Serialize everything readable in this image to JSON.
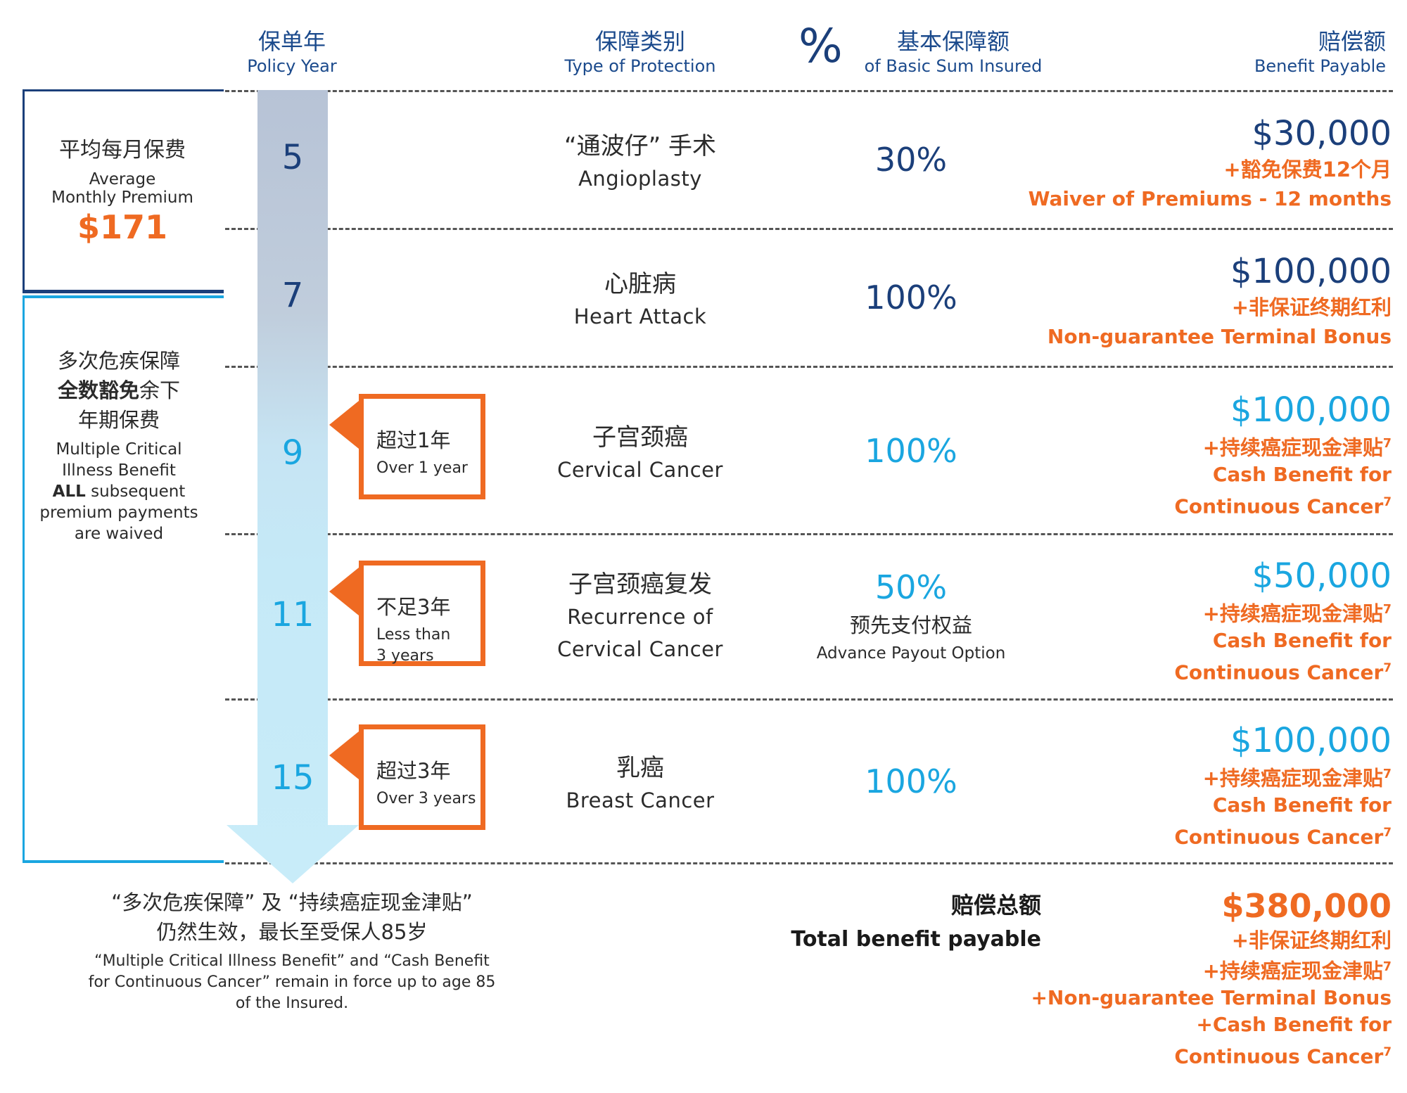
{
  "headers": {
    "policy_year_zh": "保单年",
    "policy_year_en": "Policy Year",
    "type_zh": "保障类别",
    "type_en": "Type of Protection",
    "pct_symbol": "%",
    "sum_zh": "基本保障额",
    "sum_en": "of Basic Sum Insured",
    "benefit_zh": "赔偿额",
    "benefit_en": "Benefit Payable"
  },
  "premium_box": {
    "zh": "平均每月保费",
    "en_line1": "Average",
    "en_line2": "Monthly Premium",
    "amount": "$171"
  },
  "waiver_box": {
    "zh_line1": "多次危疾保障",
    "zh_line2_bold": "全数豁免",
    "zh_line2_rest": "余下",
    "zh_line3": "年期保费",
    "en_line1": "Multiple Critical",
    "en_line2": "Illness Benefit",
    "en_line3_bold": "ALL",
    "en_line3_rest": " subsequent",
    "en_line4": "premium payments",
    "en_line5": "are waived"
  },
  "rows": [
    {
      "year": "5",
      "type_zh": "“通波仔” 手术",
      "type_en": "Angioplasty",
      "pct": "30%",
      "amount": "$30,000",
      "extra_zh": "+豁免保费12个月",
      "extra_en": "Waiver of Premiums - 12 months"
    },
    {
      "year": "7",
      "type_zh": "心脏病",
      "type_en": "Heart Attack",
      "pct": "100%",
      "amount": "$100,000",
      "extra_zh": "+非保证终期红利",
      "extra_en": "Non-guarantee Terminal Bonus"
    },
    {
      "year": "9",
      "type_zh": "子宫颈癌",
      "type_en": "Cervical Cancer",
      "pct": "100%",
      "amount": "$100,000",
      "extra_zh": "+持续癌症现金津贴",
      "extra_sup": "7",
      "extra_en1": "Cash Benefit for",
      "extra_en2": "Continuous Cancer",
      "badge_zh": "超过1年",
      "badge_en": "Over 1 year"
    },
    {
      "year": "11",
      "type_zh": "子宫颈癌复发",
      "type_en1": "Recurrence of",
      "type_en2": "Cervical Cancer",
      "pct": "50%",
      "pct_zh": "预先支付权益",
      "pct_en": "Advance Payout Option",
      "amount": "$50,000",
      "extra_zh": "+持续癌症现金津贴",
      "extra_sup": "7",
      "extra_en1": "Cash Benefit for",
      "extra_en2": "Continuous Cancer",
      "badge_zh": "不足3年",
      "badge_en1": "Less than",
      "badge_en2": "3 years"
    },
    {
      "year": "15",
      "type_zh": "乳癌",
      "type_en": "Breast Cancer",
      "pct": "100%",
      "amount": "$100,000",
      "extra_zh": "+持续癌症现金津贴",
      "extra_sup": "7",
      "extra_en1": "Cash Benefit for",
      "extra_en2": "Continuous Cancer",
      "badge_zh": "超过3年",
      "badge_en": "Over 3 years"
    }
  ],
  "footnote": {
    "zh_line1": "“多次危疾保障” 及 “持续癌症现金津贴”",
    "zh_line2": "仍然生效，最长至受保人85岁",
    "en_line1": "“Multiple Critical Illness Benefit” and “Cash Benefit",
    "en_line2": "for Continuous Cancer” remain in force up to age 85",
    "en_line3": "of the Insured."
  },
  "total": {
    "zh": "赔偿总额",
    "en": "Total benefit payable",
    "amount": "$380,000",
    "line1": "+非保证终期红利",
    "line2": "+持续癌症现金津贴",
    "line2_sup": "7",
    "line3": "+Non-guarantee Terminal Bonus",
    "line4": "+Cash Benefit for",
    "line5": "Continuous Cancer",
    "line5_sup": "7"
  },
  "colors": {
    "navy": "#1b3f7a",
    "blue": "#1aa6e0",
    "orange": "#ef6a22"
  }
}
